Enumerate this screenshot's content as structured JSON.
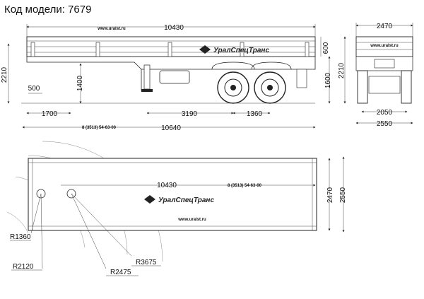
{
  "title": "Код модели: 7679",
  "side_view": {
    "url": "www.uralst.ru",
    "phone": "8 (3513) 54-63-00",
    "brand": "УралСпецТранс",
    "dims": {
      "length_body": "10430",
      "length_total": "10640",
      "height_total": "2210",
      "board_height": "600",
      "deck_height": "1600",
      "kingpin_height": "1400",
      "kingpin_offset": "500",
      "front_overhang": "1700",
      "axle_base": "3190",
      "axle_spacing": "1360"
    }
  },
  "rear_view": {
    "url": "www.uralst.ru",
    "dims": {
      "width_body": "2470",
      "height_total": "2210",
      "track": "2050",
      "width_total": "2550"
    }
  },
  "top_view": {
    "url": "www.uralst.ru",
    "phone": "8 (3513) 54-63-00",
    "brand": "УралСпецТранс",
    "dims": {
      "length_body": "10430",
      "width_body": "2470",
      "width_total": "2550"
    },
    "radii": [
      "R1360",
      "R2120",
      "R2475",
      "R3675"
    ]
  }
}
